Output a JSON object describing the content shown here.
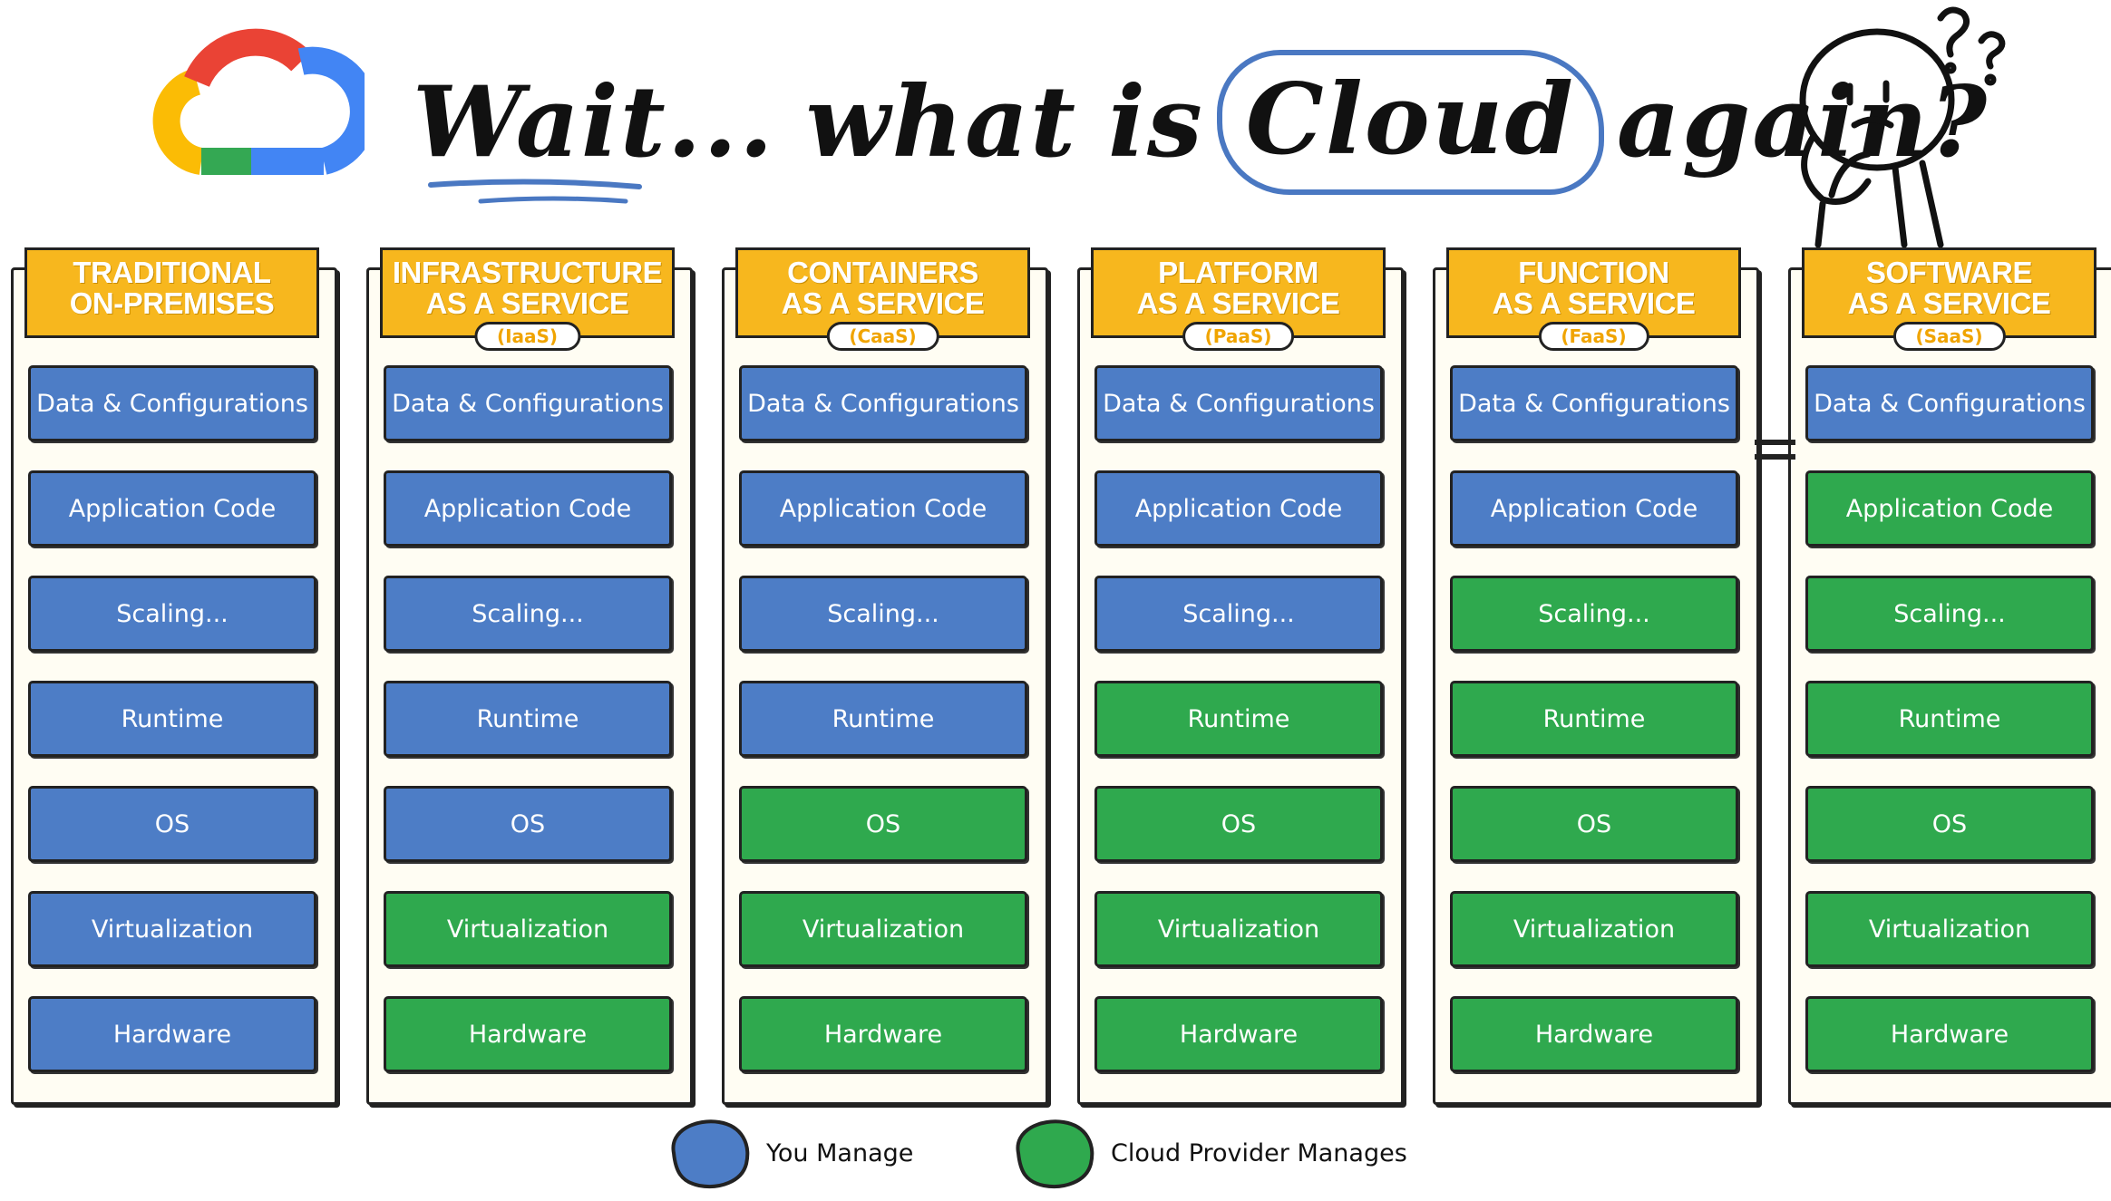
{
  "title": {
    "word1": "Wait...",
    "word2": "what",
    "word3": "is",
    "word4": "Cloud",
    "word5": "again?"
  },
  "colors": {
    "you_manage": "#4d7dc6",
    "provider_manages": "#2fa94e",
    "header": "#f7b71e",
    "abbr_text": "#f0a400"
  },
  "icons": {
    "logo": "google-cloud-logo-icon",
    "character": "thinking-stickman-icon"
  },
  "columns": [
    {
      "title_lines": [
        "TRADITIONAL",
        "ON-PREMISES"
      ],
      "abbr": "",
      "layers": [
        {
          "label": "Data & Configurations",
          "managed_by": "you"
        },
        {
          "label": "Application Code",
          "managed_by": "you"
        },
        {
          "label": "Scaling...",
          "managed_by": "you"
        },
        {
          "label": "Runtime",
          "managed_by": "you"
        },
        {
          "label": "OS",
          "managed_by": "you"
        },
        {
          "label": "Virtualization",
          "managed_by": "you"
        },
        {
          "label": "Hardware",
          "managed_by": "you"
        }
      ]
    },
    {
      "title_lines": [
        "INFRASTRUCTURE",
        "AS A SERVICE"
      ],
      "abbr": "(IaaS)",
      "layers": [
        {
          "label": "Data & Configurations",
          "managed_by": "you"
        },
        {
          "label": "Application Code",
          "managed_by": "you"
        },
        {
          "label": "Scaling...",
          "managed_by": "you"
        },
        {
          "label": "Runtime",
          "managed_by": "you"
        },
        {
          "label": "OS",
          "managed_by": "you"
        },
        {
          "label": "Virtualization",
          "managed_by": "cloud"
        },
        {
          "label": "Hardware",
          "managed_by": "cloud"
        }
      ]
    },
    {
      "title_lines": [
        "CONTAINERS",
        "AS A SERVICE"
      ],
      "abbr": "(CaaS)",
      "layers": [
        {
          "label": "Data & Configurations",
          "managed_by": "you"
        },
        {
          "label": "Application Code",
          "managed_by": "you"
        },
        {
          "label": "Scaling...",
          "managed_by": "you"
        },
        {
          "label": "Runtime",
          "managed_by": "you"
        },
        {
          "label": "OS",
          "managed_by": "cloud"
        },
        {
          "label": "Virtualization",
          "managed_by": "cloud"
        },
        {
          "label": "Hardware",
          "managed_by": "cloud"
        }
      ]
    },
    {
      "title_lines": [
        "PLATFORM",
        "AS A SERVICE"
      ],
      "abbr": "(PaaS)",
      "layers": [
        {
          "label": "Data & Configurations",
          "managed_by": "you"
        },
        {
          "label": "Application Code",
          "managed_by": "you"
        },
        {
          "label": "Scaling...",
          "managed_by": "you"
        },
        {
          "label": "Runtime",
          "managed_by": "cloud"
        },
        {
          "label": "OS",
          "managed_by": "cloud"
        },
        {
          "label": "Virtualization",
          "managed_by": "cloud"
        },
        {
          "label": "Hardware",
          "managed_by": "cloud"
        }
      ]
    },
    {
      "title_lines": [
        "FUNCTION",
        "AS A SERVICE"
      ],
      "abbr": "(FaaS)",
      "layers": [
        {
          "label": "Data & Configurations",
          "managed_by": "you"
        },
        {
          "label": "Application Code",
          "managed_by": "you"
        },
        {
          "label": "Scaling...",
          "managed_by": "cloud"
        },
        {
          "label": "Runtime",
          "managed_by": "cloud"
        },
        {
          "label": "OS",
          "managed_by": "cloud"
        },
        {
          "label": "Virtualization",
          "managed_by": "cloud"
        },
        {
          "label": "Hardware",
          "managed_by": "cloud"
        }
      ]
    },
    {
      "title_lines": [
        "SOFTWARE",
        "AS A SERVICE"
      ],
      "abbr": "(SaaS)",
      "layers": [
        {
          "label": "Data & Configurations",
          "managed_by": "you"
        },
        {
          "label": "Application Code",
          "managed_by": "cloud"
        },
        {
          "label": "Scaling...",
          "managed_by": "cloud"
        },
        {
          "label": "Runtime",
          "managed_by": "cloud"
        },
        {
          "label": "OS",
          "managed_by": "cloud"
        },
        {
          "label": "Virtualization",
          "managed_by": "cloud"
        },
        {
          "label": "Hardware",
          "managed_by": "cloud"
        }
      ]
    }
  ],
  "legend": {
    "you_manage": "You Manage",
    "provider_manages": "Cloud Provider Manages"
  }
}
